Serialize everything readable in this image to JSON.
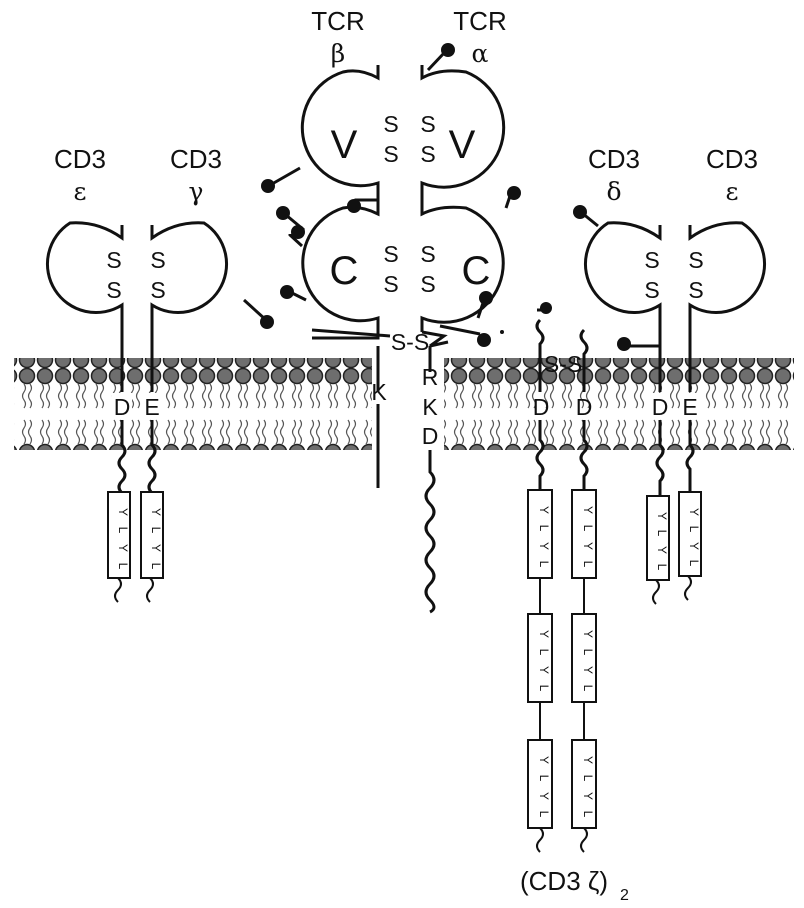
{
  "chains": {
    "tcr_beta": {
      "name": "TCR",
      "greek": "β"
    },
    "tcr_alpha": {
      "name": "TCR",
      "greek": "α"
    },
    "cd3_epsilon_left": {
      "name": "CD3",
      "greek": "ε"
    },
    "cd3_gamma": {
      "name": "CD3",
      "greek": "γ"
    },
    "cd3_delta": {
      "name": "CD3",
      "greek": "δ"
    },
    "cd3_epsilon_right": {
      "name": "CD3",
      "greek": "ε"
    }
  },
  "domains": {
    "variable": "V",
    "constant": "C"
  },
  "disulfide": {
    "s": "S",
    "bridge": "S-S"
  },
  "residues": {
    "epsilon_left": "D",
    "gamma": "E",
    "beta": "K",
    "alpha": [
      "R",
      "K",
      "D"
    ],
    "zeta_1": "D",
    "zeta_2": "D",
    "delta": "D",
    "epsilon_right": "E"
  },
  "itam_motif": [
    "Y",
    "L",
    "Y",
    "L"
  ],
  "zeta_label": "(CD3 ζ)",
  "zeta_subscript": "2"
}
